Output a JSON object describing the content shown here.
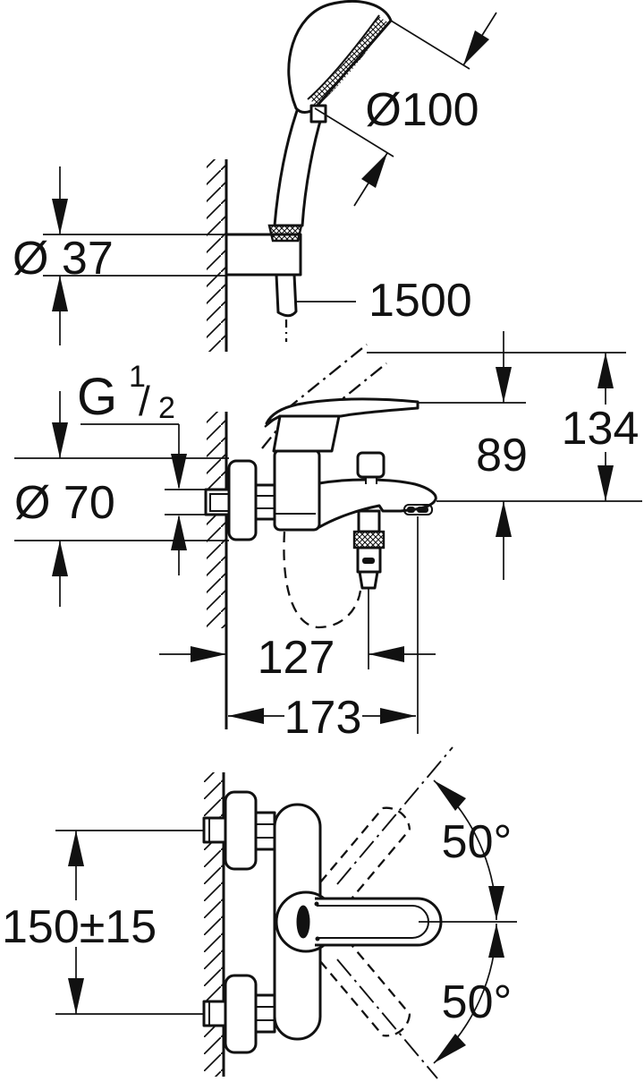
{
  "drawing": {
    "kind": "bath-shower-mixer-dimension-drawing",
    "views": {
      "hand_shower_top": {
        "head_diameter": "Ø100",
        "holder_diameter": "Ø 37",
        "hose_length": "1500"
      },
      "mixer_side": {
        "thread_prefix": "G",
        "thread_numerator": "1",
        "thread_slash": "/",
        "thread_denominator": "2",
        "escutcheon_diameter": "Ø 70",
        "lever_height": "89",
        "lever_open_height": "134",
        "shower_outlet_depth": "127",
        "spout_depth": "173"
      },
      "mixer_front": {
        "inlet_center_distance": "150±15",
        "lever_swing_up": "50°",
        "lever_swing_down": "50°"
      }
    },
    "colors": {
      "line": "#111111",
      "paper": "#ffffff"
    }
  }
}
